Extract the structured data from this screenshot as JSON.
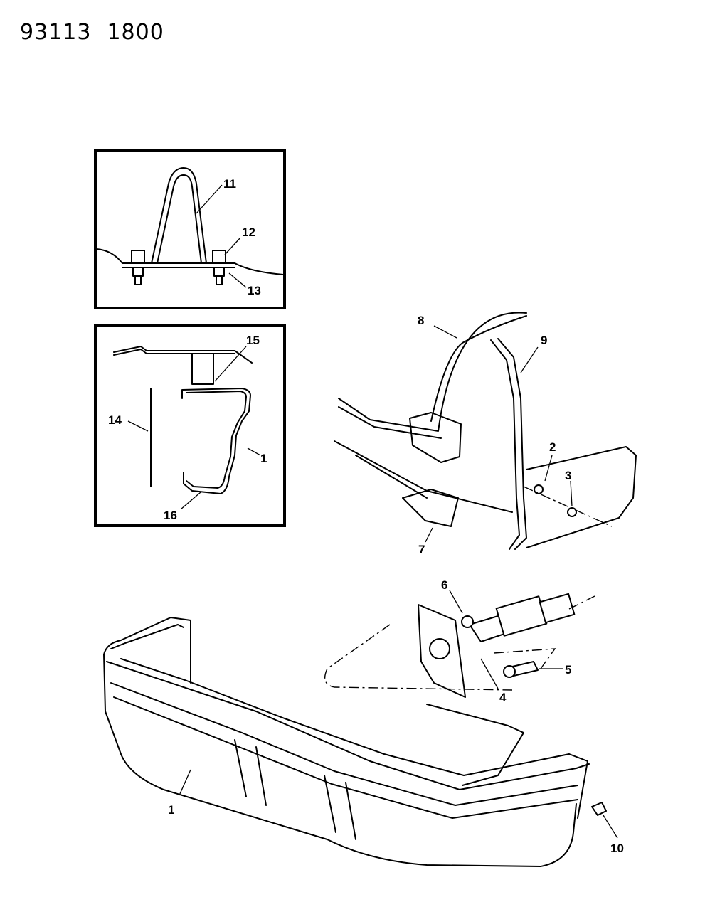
{
  "header": {
    "diagram_number": "93113",
    "group_number": "1800"
  },
  "callouts": {
    "c1": "1",
    "c1b": "1",
    "c2": "2",
    "c3": "3",
    "c4": "4",
    "c5": "5",
    "c6": "6",
    "c7": "7",
    "c8": "8",
    "c9": "9",
    "c10": "10",
    "c11": "11",
    "c12": "12",
    "c13": "13",
    "c14": "14",
    "c15": "15",
    "c16": "16"
  }
}
